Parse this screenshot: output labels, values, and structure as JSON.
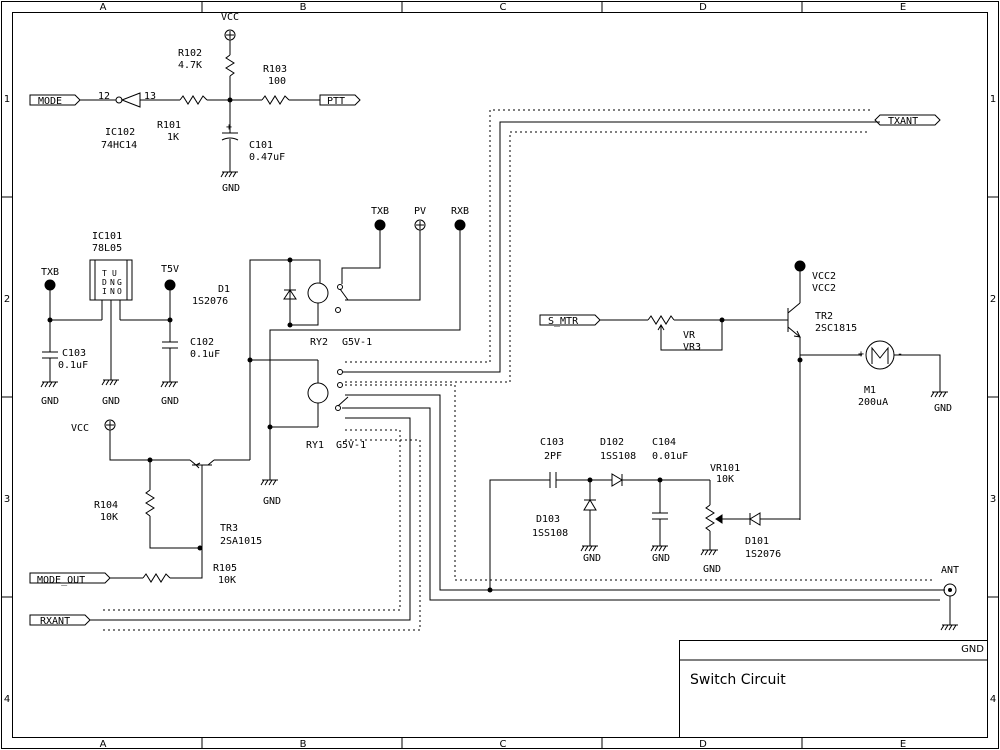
{
  "frame": {
    "columns": [
      "A",
      "B",
      "C",
      "D",
      "E"
    ],
    "rows": [
      "1",
      "2",
      "3",
      "4"
    ],
    "title": "Switch Circuit",
    "title_gnd": "GND"
  },
  "ports": {
    "mode": "MODE",
    "ptt": "PTT",
    "txant": "TXANT",
    "s_mtr": "S_MTR",
    "mode_out": "MODE_OUT",
    "rxant": "RXANT"
  },
  "power": {
    "vcc_top": "VCC",
    "vcc_left": "VCC",
    "txb_left": "TXB",
    "t5v": "T5V",
    "txb": "TXB",
    "pv": "PV",
    "rxb": "RXB",
    "vcc2_a": "VCC2",
    "vcc2_b": "VCC2",
    "ant": "ANT"
  },
  "gnd": "GND",
  "parts": {
    "r102": [
      "R102",
      "4.7K"
    ],
    "r103": [
      "R103",
      "100"
    ],
    "r101": [
      "R101",
      "1K"
    ],
    "ic102": [
      "IC102",
      "74HC14"
    ],
    "ic102_pin_in": "12",
    "ic102_pin_out": "13",
    "c101": [
      "C101",
      "0.47uF"
    ],
    "ic101": [
      "IC101",
      "78L05"
    ],
    "ic101_pins": [
      "I",
      "N",
      "O",
      "U",
      "T",
      "G",
      "N",
      "D"
    ],
    "c103_left": [
      "C103",
      "0.1uF"
    ],
    "c102": [
      "C102",
      "0.1uF"
    ],
    "d1": [
      "D1",
      "1S2076"
    ],
    "ry2": [
      "RY2",
      "G5V-1"
    ],
    "ry1": [
      "RY1",
      "G5V-1"
    ],
    "r104": [
      "R104",
      "10K"
    ],
    "tr3": [
      "TR3",
      "2SA1015"
    ],
    "r105": [
      "R105",
      "10K"
    ],
    "vr": [
      "VR",
      "VR3"
    ],
    "tr2": [
      "TR2",
      "2SC1815"
    ],
    "m1": [
      "M1",
      "200uA"
    ],
    "m1_plus": "+",
    "m1_minus": "-",
    "c103_right": [
      "C103",
      "2PF"
    ],
    "d102": [
      "D102",
      "1SS108"
    ],
    "c104": [
      "C104",
      "0.01uF"
    ],
    "vr101": [
      "VR101",
      "10K"
    ],
    "d103": [
      "D103",
      "1SS108"
    ],
    "d101": [
      "D101",
      "1S2076"
    ]
  }
}
